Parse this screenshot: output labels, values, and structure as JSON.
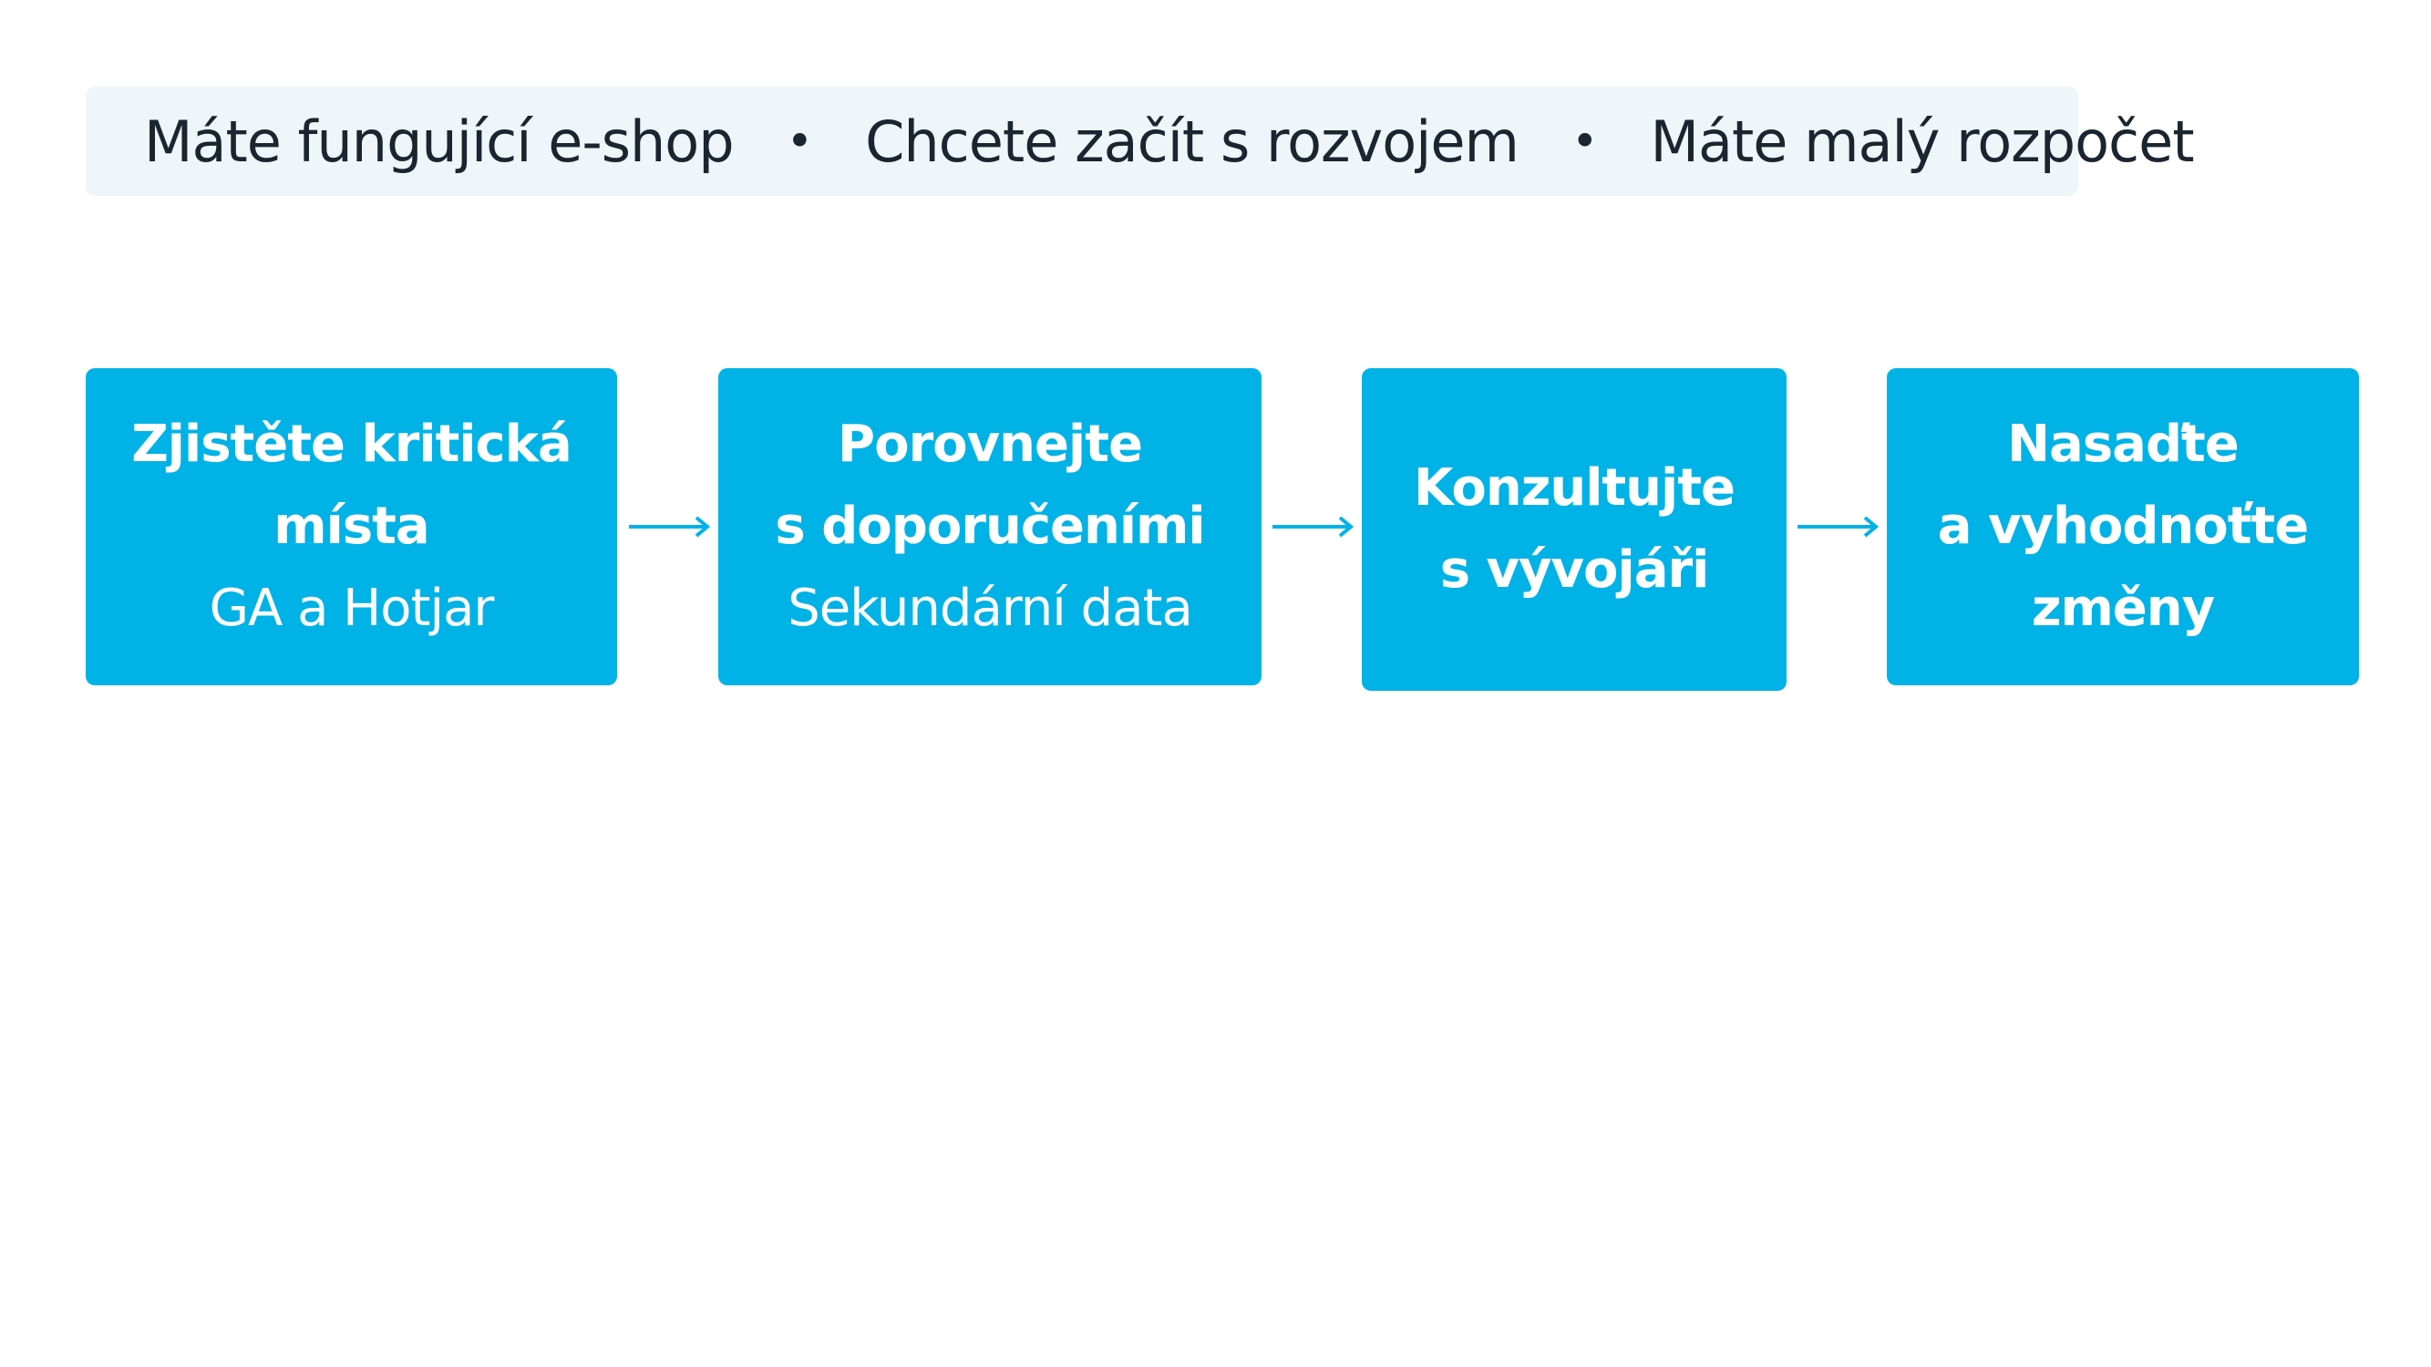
{
  "conditions": [
    "Máte fungující e-shop",
    "Chcete začít s rozvojem",
    "Máte malý rozpočet"
  ],
  "bullet_glyph": "•",
  "steps": [
    {
      "title": "Zjistěte kritická\nmísta",
      "subtitle": "GA a Hotjar"
    },
    {
      "title": "Porovnejte\ns doporučeními",
      "subtitle": "Sekundární data"
    },
    {
      "title": "Konzultujte\ns vývojáři",
      "subtitle": ""
    },
    {
      "title": "Nasaďte\na vyhodnoťte\nzměny",
      "subtitle": ""
    }
  ],
  "colors": {
    "step_fill": "#00b2e6",
    "arrow": "#00b2e6",
    "conditions_bg": "#eef6f9",
    "text_dark": "#1b2530"
  }
}
